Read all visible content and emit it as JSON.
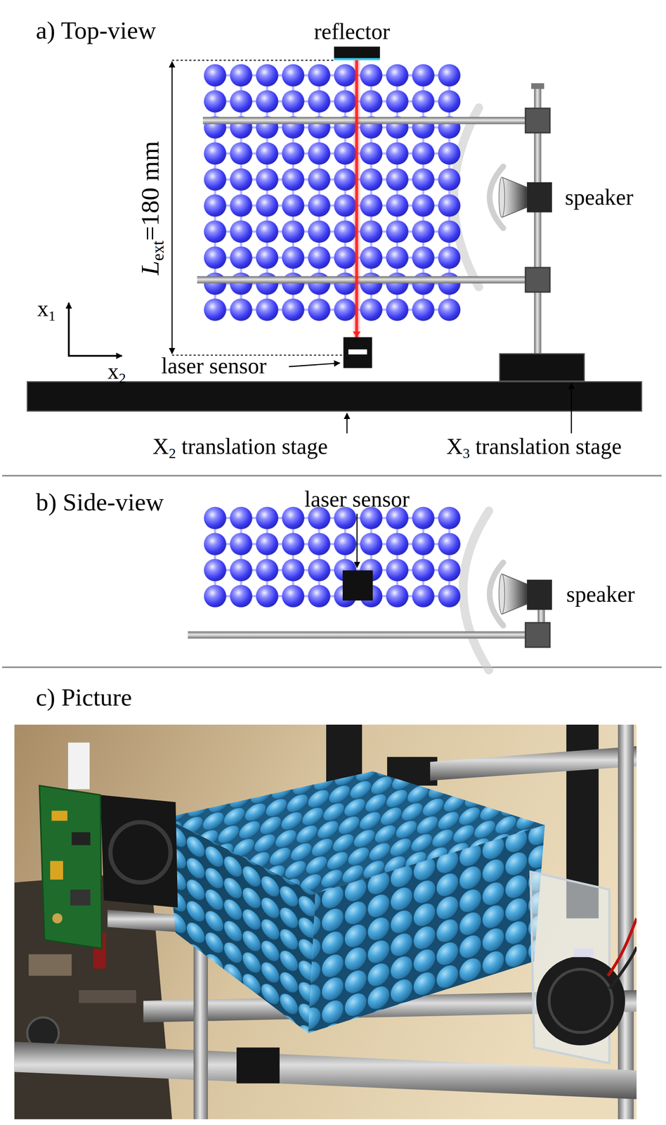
{
  "diagram": {
    "labels": [
      "a) Top-view",
      "reflector",
      "L",
      "ext",
      "=180 mm",
      "speaker",
      "x",
      "1",
      "x",
      "2",
      "laser sensor",
      "X",
      "2",
      "translation stage",
      "X",
      "3",
      "translation stage",
      "b) Side-view",
      "laser sensor",
      "speaker",
      "c) Picture"
    ]
  }
}
